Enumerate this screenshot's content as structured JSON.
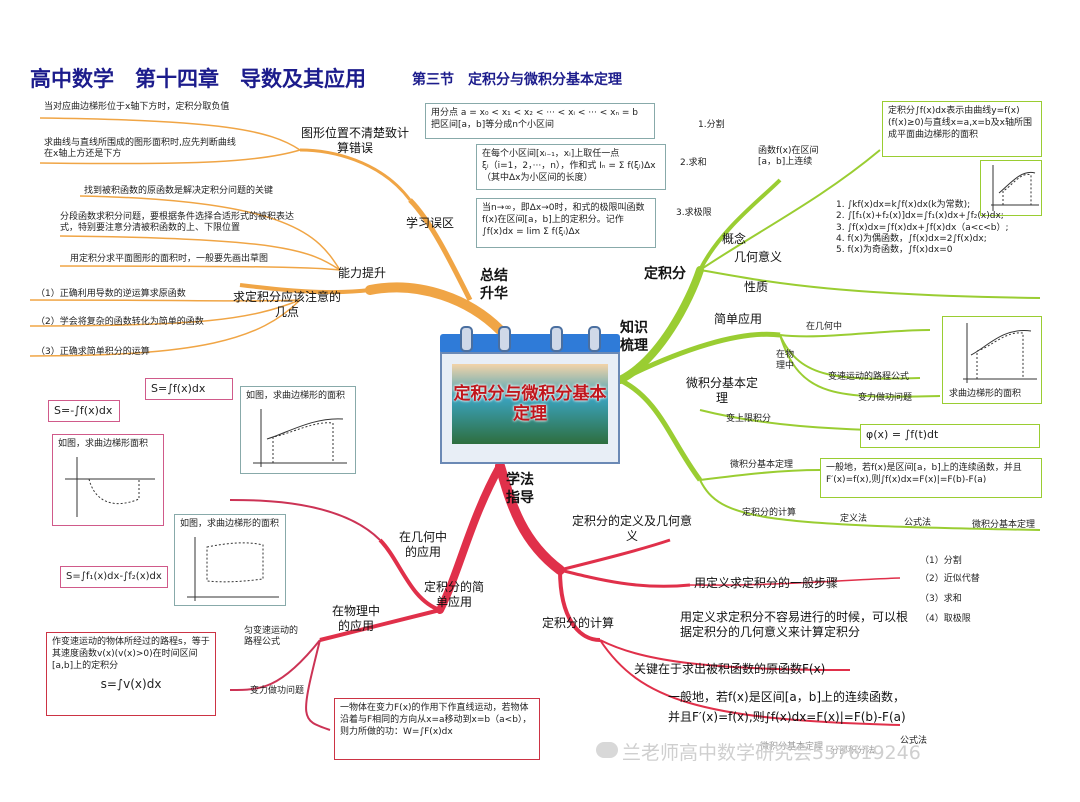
{
  "header": {
    "title": "高中数学　第十四章　导数及其应用",
    "section": "第三节　定积分与微积分基本定理"
  },
  "center": {
    "title": "定积分与微积分基本定理"
  },
  "colors": {
    "orange": "#f0a545",
    "green": "#9acd32",
    "red": "#e0304a",
    "blue": "#2f7bd8",
    "title_blue": "#1c1c8c"
  },
  "main_branches": {
    "summary": "总结升华",
    "knowledge": "知识梳理",
    "method": "学法指导"
  },
  "summary": {
    "mistakes": "学习误区",
    "ability": "能力提升",
    "graphic_position": "图形位置不清楚致计算错误",
    "gp_note1": "当对应曲边梯形位于x轴下方时，定积分取负值",
    "gp_note2": "求曲线与直线所围成的图形面积时,应先判断曲线在x轴上方还是下方",
    "find_integrand": "找到被积函数的原函数是解决定积分问题的关键",
    "piecewise": "分段函数求积分问题，要根据条件选择合适形式的被积表达式，特别要注意分清被积函数的上、下限位置",
    "area_draw": "用定积分求平面图形的面积时，一般要先画出草图",
    "attention": "求定积分应该注意的几点",
    "att1": "（1）正确利用导数的逆运算求原函数",
    "att2": "（2）学会将复杂的函数转化为简单的函数",
    "att3": "（3）正确求简单积分的运算"
  },
  "knowledge": {
    "definite_integral": "定积分",
    "concept": "概念",
    "geometric_meaning": "几何意义",
    "property": "性质",
    "split_step": "1.分割",
    "sum_step": "2.求和",
    "limit_step": "3.求极限",
    "split_text": "用分点 a = x₀ < x₁ < x₂ < ··· < xᵢ < ··· < xₙ = b 把区间[a，b]等分成n个小区间",
    "sum_text1": "在每个小区间[xᵢ₋₁，xᵢ]上取任一点",
    "sum_text2": "ξᵢ（i=1，2，···，n），作和式 Iₙ = Σ f(ξᵢ)Δx",
    "sum_text3": "（其中Δx为小区间的长度）",
    "limit_text": "当n→∞，即Δx→0时，和式的极限叫函数f(x)在区间[a，b]上的定积分。记作 ∫f(x)dx = lim Σ f(ξᵢ)Δx",
    "continuous": "函数f(x)在区间[a，b]上连续",
    "geo_text": "定积分∫f(x)dx表示由曲线y=f(x)(f(x)≥0)与直线x=a,x=b及x轴所围成平面曲边梯形的面积",
    "props": [
      "1. ∫kf(x)dx=k∫f(x)dx(k为常数);",
      "2. ∫[f₁(x)+f₂(x)]dx=∫f₁(x)dx+∫f₂(x)dx;",
      "3. ∫f(x)dx=∫f(x)dx+∫f(x)dx（a<c<b）;",
      "4. f(x)为偶函数，∫f(x)dx=2∫f(x)dx;",
      "5. f(x)为奇函数，∫f(x)dx=0"
    ],
    "simple_app": "简单应用",
    "in_geometry": "在几何中",
    "in_physics": "在物理中",
    "variable_motion": "变速运动的路程公式",
    "variable_force": "变力做功问题",
    "area_caption": "求曲边梯形的面积",
    "calculus_theorem": "微积分基本定理",
    "upper_limit": "变上限积分",
    "upper_formula": "φ(x) = ∫f(t)dt",
    "fundamental": "微积分基本定理",
    "fund_text1": "一般地，若f(x)是区间[a，b]上的连续函数，并且",
    "fund_text2": "F′(x)=f(x),则∫f(x)dx=F(x)|=F(b)-F(a)",
    "calc_di": "定积分的计算",
    "def_method": "定义法",
    "formula_method": "公式法",
    "fund_method": "微积分基本定理"
  },
  "method": {
    "def_geo": "定积分的定义及几何意义",
    "general_steps": "用定义求定积分的一般步骤",
    "steps": [
      "（1）分割",
      "（2）近似代替",
      "（3）求和",
      "（4）取极限"
    ],
    "not_easy": "用定义求定积分不容易进行的时候，可以根据定积分的几何意义来计算定积分",
    "calc": "定积分的计算",
    "key": "关键在于求出被积函数的原函数F(x)",
    "fund1": "一般地，若f(x)是区间[a，b]上的连续函数，",
    "fund2": "并且F′(x)=f(x),则∫f(x)dx=F(x)|=F(b)-F(a)",
    "fund_label": "微积分基本定理",
    "formula_label": "公式法",
    "split_label": "分部积分法",
    "simple_app": "定积分的简单应用",
    "in_geometry": "在几何中的应用",
    "in_physics": "在物理中的应用",
    "s_formula1": "S=∫f(x)dx",
    "caption1": "如图，求曲边梯形的面积",
    "s_formula2": "S=-∫f(x)dx",
    "caption2": "如图，求曲边梯形面积",
    "caption3": "如图，求曲边梯形的面积",
    "s_formula3": "S=∫f₁(x)dx-∫f₂(x)dx",
    "motion_label": "匀变速运动的路程公式",
    "motion_text": "作变速运动的物体所经过的路程s，等于其速度函数v(x)(v(x)>0)在时间区间[a,b]上的定积分",
    "motion_formula": "s=∫v(x)dx",
    "force_label": "变力做功问题",
    "force_text": "一物体在变力F(x)的作用下作直线运动，若物体沿着与F相同的方向从x=a移动到x=b（a<b），则力所做的功：W=∫F(x)dx"
  },
  "watermark": "兰老师高中数学研究会557619246"
}
